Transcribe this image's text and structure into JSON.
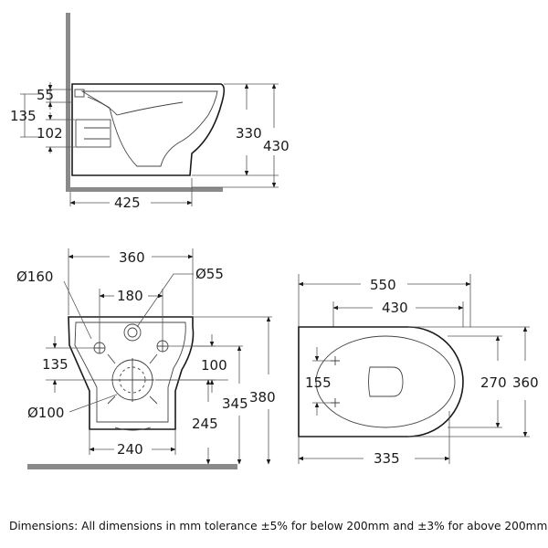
{
  "side_view": {
    "dims": {
      "d55": "55",
      "d135": "135",
      "d102": "102",
      "d330": "330",
      "d430": "430",
      "d425": "425"
    }
  },
  "front_view": {
    "dims": {
      "d360": "360",
      "dia160": "Ø160",
      "dia55": "Ø55",
      "d180": "180",
      "d135": "135",
      "d100": "100",
      "dia100": "Ø100",
      "d345": "345",
      "d380": "380",
      "d245": "245",
      "d240": "240"
    }
  },
  "top_view": {
    "dims": {
      "d550": "550",
      "d430": "430",
      "d155": "155",
      "d270": "270",
      "d360": "360",
      "d335": "335"
    }
  },
  "footnote": "Dimensions: All dimensions in mm tolerance ±5% for below 200mm and ±3% for above 200mm."
}
